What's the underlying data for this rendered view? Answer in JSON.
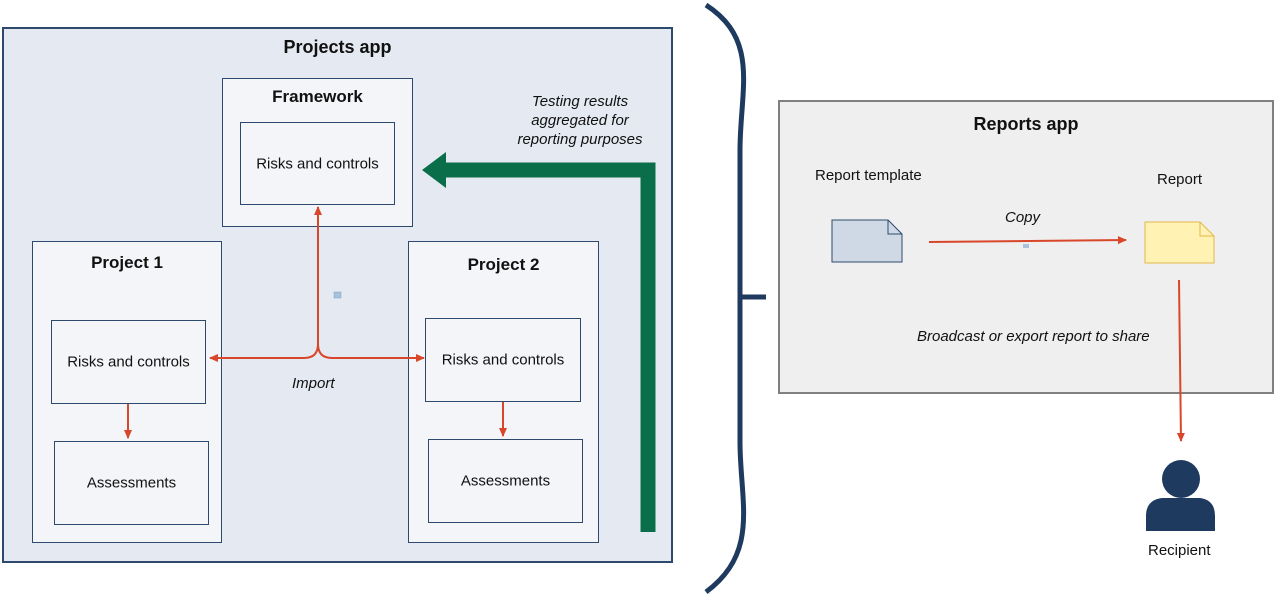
{
  "projects_app": {
    "title": "Projects app",
    "framework": {
      "title": "Framework",
      "risks_label": "Risks and controls"
    },
    "project1": {
      "title": "Project 1",
      "risks_label": "Risks and controls",
      "assessments_label": "Assessments"
    },
    "project2": {
      "title": "Project 2",
      "risks_label": "Risks and controls",
      "assessments_label": "Assessments"
    },
    "import_label": "Import",
    "aggregation_note": [
      "Testing results",
      "aggregated for",
      "reporting purposes"
    ]
  },
  "reports_app": {
    "title": "Reports app",
    "report_template_label": "Report template",
    "report_label": "Report",
    "copy_label": "Copy",
    "share_label": "Broadcast or export report to share"
  },
  "recipient_label": "Recipient",
  "colors": {
    "red_arrow": "#d9472b",
    "green_arrow": "#0b6e4a",
    "navy": "#1f3a5f",
    "template_doc": "#cfd9e6",
    "report_doc": "#fff2b3"
  }
}
